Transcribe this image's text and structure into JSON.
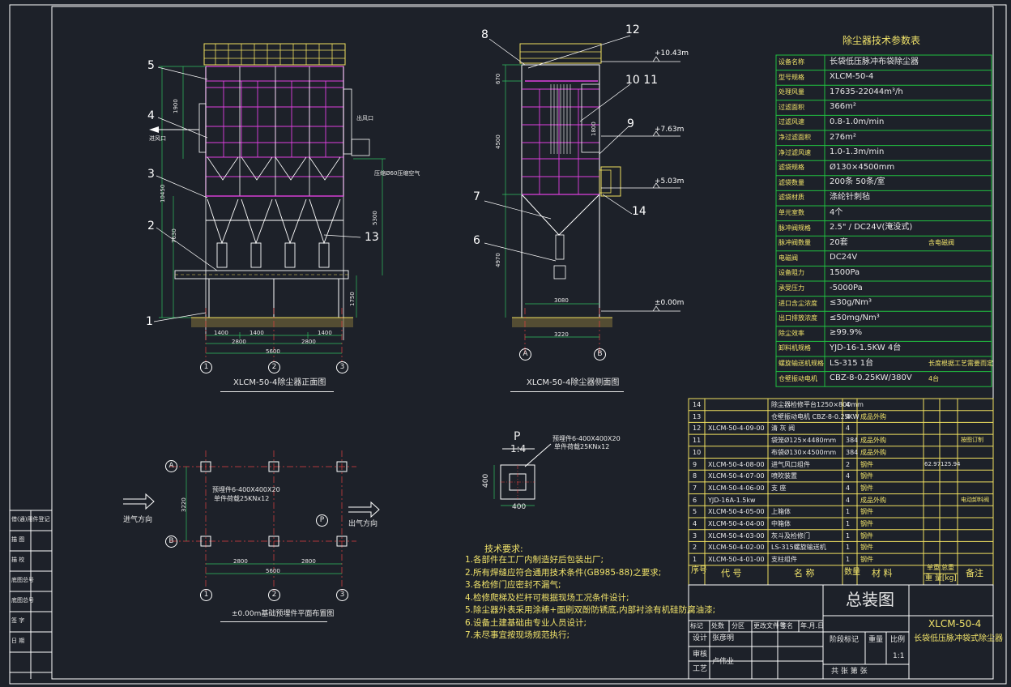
{
  "params_table": {
    "title": "除尘器技术参数表",
    "rows": [
      {
        "k": "设备名称",
        "v": "长袋低压脉冲布袋除尘器",
        "note": ""
      },
      {
        "k": "型号规格",
        "v": "XLCM-50-4",
        "note": ""
      },
      {
        "k": "处理风量",
        "v": "17635-22044m³/h",
        "note": ""
      },
      {
        "k": "过滤面积",
        "v": "366m²",
        "note": ""
      },
      {
        "k": "过滤风速",
        "v": "0.8-1.0m/min",
        "note": ""
      },
      {
        "k": "净过滤面积",
        "v": "276m²",
        "note": ""
      },
      {
        "k": "净过滤风速",
        "v": "1.0-1.3m/min",
        "note": ""
      },
      {
        "k": "滤袋规格",
        "v": "Ø130×4500mm",
        "note": ""
      },
      {
        "k": "滤袋数量",
        "v": "200条    50条/室",
        "note": ""
      },
      {
        "k": "滤袋材质",
        "v": "涤纶针刺毡",
        "note": ""
      },
      {
        "k": "单元室数",
        "v": "4个",
        "note": ""
      },
      {
        "k": "脉冲阀规格",
        "v": "2.5\" / DC24V(淹没式)",
        "note": ""
      },
      {
        "k": "脉冲阀数量",
        "v": "20套",
        "note": "含电磁阀"
      },
      {
        "k": "电磁阀",
        "v": "DC24V",
        "note": ""
      },
      {
        "k": "设备阻力",
        "v": "1500Pa",
        "note": ""
      },
      {
        "k": "承受压力",
        "v": "-5000Pa",
        "note": ""
      },
      {
        "k": "进口含尘浓度",
        "v": "≤30g/Nm³",
        "note": ""
      },
      {
        "k": "出口排放浓度",
        "v": "≤50mg/Nm³",
        "note": ""
      },
      {
        "k": "除尘效率",
        "v": "≥99.9%",
        "note": ""
      },
      {
        "k": "卸料机规格",
        "v": "YJD-16-1.5KW       4台",
        "note": ""
      },
      {
        "k": "螺旋输送机规格",
        "v": "LS-315  1台",
        "note": "长度根据工艺需要而定"
      },
      {
        "k": "仓壁振动电机",
        "v": "CBZ-8-0.25KW/380V",
        "note": "4台"
      }
    ]
  },
  "parts_table": {
    "rows": [
      {
        "no": "14",
        "code": "",
        "name": "除尘器检修平台1250×800mm",
        "qty": "4",
        "mat": "",
        "w1": "",
        "w2": "",
        "note": ""
      },
      {
        "no": "13",
        "code": "",
        "name": "仓壁振动电机 CBZ-8-0.25KW",
        "qty": "4",
        "mat": "成品外购",
        "w1": "",
        "w2": "",
        "note": ""
      },
      {
        "no": "12",
        "code": "XLCM-50-4-09-00",
        "name": "清 灰 阀",
        "qty": "4",
        "mat": "",
        "w1": "",
        "w2": "",
        "note": ""
      },
      {
        "no": "11",
        "code": "",
        "name": "袋笼Ø125×4480mm",
        "qty": "384",
        "mat": "成品外购",
        "w1": "",
        "w2": "",
        "note": "按图订制"
      },
      {
        "no": "10",
        "code": "",
        "name": "布袋Ø130×4500mm",
        "qty": "384",
        "mat": "成品外购",
        "w1": "",
        "w2": "",
        "note": ""
      },
      {
        "no": "9",
        "code": "XLCM-50-4-08-00",
        "name": "进气风口组件",
        "qty": "2",
        "mat": "钢件",
        "w1": "62.97",
        "w2": "125.94",
        "note": ""
      },
      {
        "no": "8",
        "code": "XLCM-50-4-07-00",
        "name": "喷吹装置",
        "qty": "4",
        "mat": "钢件",
        "w1": "",
        "w2": "",
        "note": ""
      },
      {
        "no": "7",
        "code": "XLCM-50-4-06-00",
        "name": "支 座",
        "qty": "4",
        "mat": "钢件",
        "w1": "",
        "w2": "",
        "note": ""
      },
      {
        "no": "6",
        "code": "YJD-16A-1.5kw",
        "name": "",
        "qty": "4",
        "mat": "成品外购",
        "w1": "",
        "w2": "",
        "note": "电动卸料阀"
      },
      {
        "no": "5",
        "code": "XLCM-50-4-05-00",
        "name": "上箱体",
        "qty": "1",
        "mat": "钢件",
        "w1": "",
        "w2": "",
        "note": ""
      },
      {
        "no": "4",
        "code": "XLCM-50-4-04-00",
        "name": "中箱体",
        "qty": "1",
        "mat": "钢件",
        "w1": "",
        "w2": "",
        "note": ""
      },
      {
        "no": "3",
        "code": "XLCM-50-4-03-00",
        "name": "灰斗及检修门",
        "qty": "1",
        "mat": "钢件",
        "w1": "",
        "w2": "",
        "note": ""
      },
      {
        "no": "2",
        "code": "XLCM-50-4-02-00",
        "name": "LS-315螺旋输送机",
        "qty": "1",
        "mat": "钢件",
        "w1": "",
        "w2": "",
        "note": ""
      },
      {
        "no": "1",
        "code": "XLCM-50-4-01-00",
        "name": "支柱组件",
        "qty": "1",
        "mat": "钢件",
        "w1": "",
        "w2": "",
        "note": ""
      }
    ],
    "header": {
      "no": "序号",
      "code": "代  号",
      "name": "名  称",
      "qty": "数量",
      "mat": "材  料",
      "w1": "单重",
      "w2": "总重",
      "wunit": "重 量[kg]",
      "note": "备注"
    }
  },
  "title_block": {
    "drawing_name": "总装图",
    "drawing_no": "XLCM-50-4",
    "product": "长袋低压脉冲袋式除尘器",
    "labels": [
      "标记",
      "处数",
      "分区",
      "更改文件号",
      "签名",
      "年.月.日"
    ],
    "roles": [
      "设计",
      "张彦明",
      "审核",
      "工艺",
      "卢伟业"
    ],
    "stage": "阶段标记",
    "weight": "重量",
    "scale_label": "比例",
    "scale": "1:1",
    "sheet": "共   张   第   张"
  },
  "tech_req": {
    "title": "技术要求:",
    "items": [
      "1.各部件在工厂内制造好后包装出厂;",
      "2.所有焊缝应符合通用技术条件(GB985-88)之要求;",
      "3.各检修门应密封不漏气;",
      "4.检修爬梯及栏杆可根据现场工况条件设计;",
      "5.除尘器外表采用涂棒+面刷双酚防锈底,内部衬涂有机硅防腐油漆;",
      "6.设备土建基础由专业人员设计;",
      "7.未尽事宜按现场规范执行;"
    ]
  },
  "views": {
    "front_caption": "XLCM-50-4除尘器正面图",
    "side_caption": "XLCM-50-4除尘器侧面图",
    "plan_caption": "±0.00m基础预埋件平面布置图",
    "detail_title": "P",
    "detail_scale": "1:4",
    "detail_note1": "预埋件6-400X400X20",
    "detail_note2": "单件荷载25KNx12",
    "plan_note1": "预埋件6-400X400X20",
    "plan_note2": "单件荷载25KNx12",
    "inlet_label": "进风口",
    "outlet_label": "出风口",
    "gas_in_dir": "进气方向",
    "gas_out_dir": "出气方向",
    "compressed_air": "压缩Ø60压缩空气"
  },
  "dims": {
    "front_bottom": [
      "1400",
      "1400",
      "1400",
      "2800",
      "2800",
      "5600"
    ],
    "front_left": [
      "1900",
      "10450",
      "7630"
    ],
    "front_right": [
      "5300",
      "1750"
    ],
    "side_bottom": [
      "3080",
      "3220"
    ],
    "side_left": [
      "670",
      "4500",
      "4970"
    ],
    "side_right": [
      "1800"
    ],
    "elevations": [
      "+10.43m",
      "+7.63m",
      "+5.03m",
      "±0.00m"
    ],
    "plan_bottom": [
      "2800",
      "2800",
      "5600"
    ],
    "plan_left": "3220",
    "detail": [
      "400",
      "400"
    ]
  },
  "axes": {
    "front": [
      "1",
      "2",
      "3"
    ],
    "side": [
      "A",
      "B"
    ],
    "plan_rows": [
      "A",
      "B"
    ],
    "plan_cols": [
      "1",
      "2",
      "3"
    ],
    "plan_marker": "P"
  },
  "front_callouts": [
    "5",
    "4",
    "3",
    "2",
    "1",
    "13"
  ],
  "side_callouts": [
    "8",
    "12",
    "10 11",
    "9",
    "7",
    "14",
    "6"
  ],
  "left_sidebar": [
    "借(通)用件登记",
    "描  图",
    "描  校",
    "底图总号",
    "底图总号",
    "签  字",
    "日  期"
  ],
  "colors": {
    "background": "#1d2129",
    "frame": "#ffffff",
    "table_green": "#20c040",
    "table_yellow": "#f0e060",
    "structure_magenta": "#e040e0",
    "axis_red": "#e04040",
    "dim_green": "#30c060",
    "text_white": "#e8e8e8"
  }
}
